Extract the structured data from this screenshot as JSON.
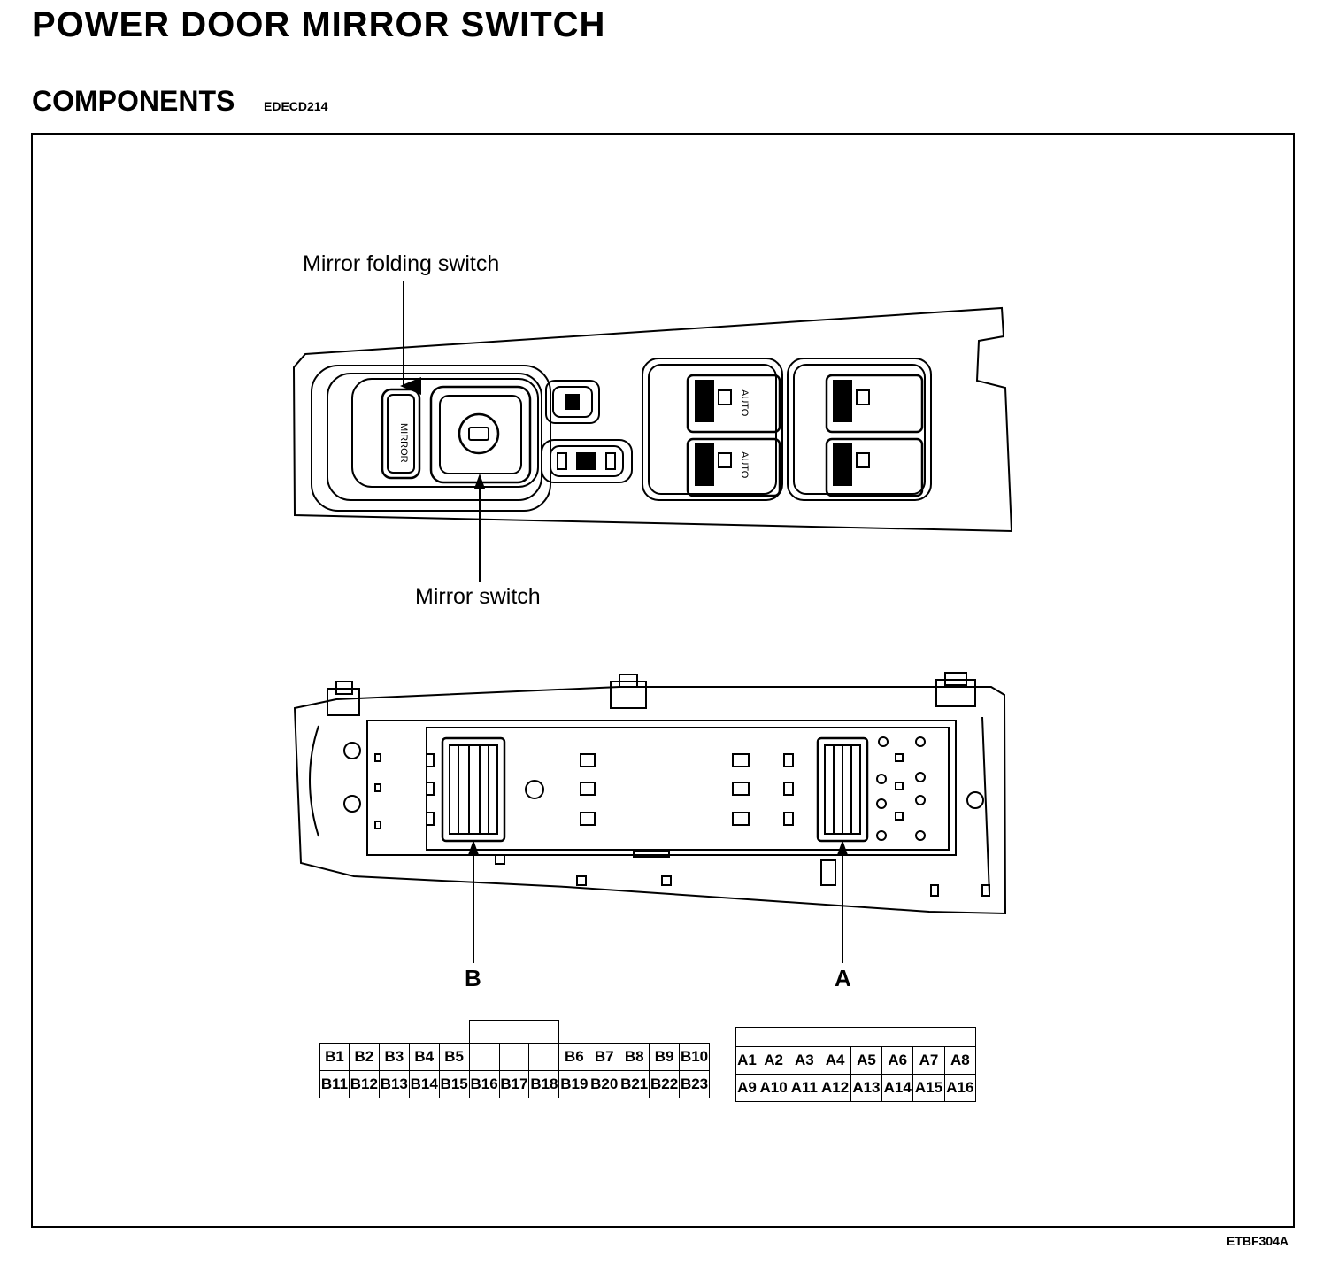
{
  "title": "POWER DOOR MIRROR SWITCH",
  "subtitle": "COMPONENTS",
  "section_code": "EDECD214",
  "figure_code": "ETBF304A",
  "labels": {
    "mirror_folding_switch": "Mirror folding switch",
    "mirror_switch": "Mirror switch",
    "mirror_text": "MIRROR",
    "auto": "AUTO",
    "connector_b": "B",
    "connector_a": "A"
  },
  "connector_b": {
    "row1": [
      "B1",
      "B2",
      "B3",
      "B4",
      "B5",
      "",
      "",
      "",
      "B6",
      "B7",
      "B8",
      "B9",
      "B10"
    ],
    "row2": [
      "B11",
      "B12",
      "B13",
      "B14",
      "B15",
      "B16",
      "B17",
      "B18",
      "B19",
      "B20",
      "B21",
      "B22",
      "B23"
    ]
  },
  "connector_a": {
    "row1": [
      "A1",
      "A2",
      "A3",
      "A4",
      "A5",
      "A6",
      "A7",
      "A8"
    ],
    "row2": [
      "A9",
      "A10",
      "A11",
      "A12",
      "A13",
      "A14",
      "A15",
      "A16"
    ]
  }
}
